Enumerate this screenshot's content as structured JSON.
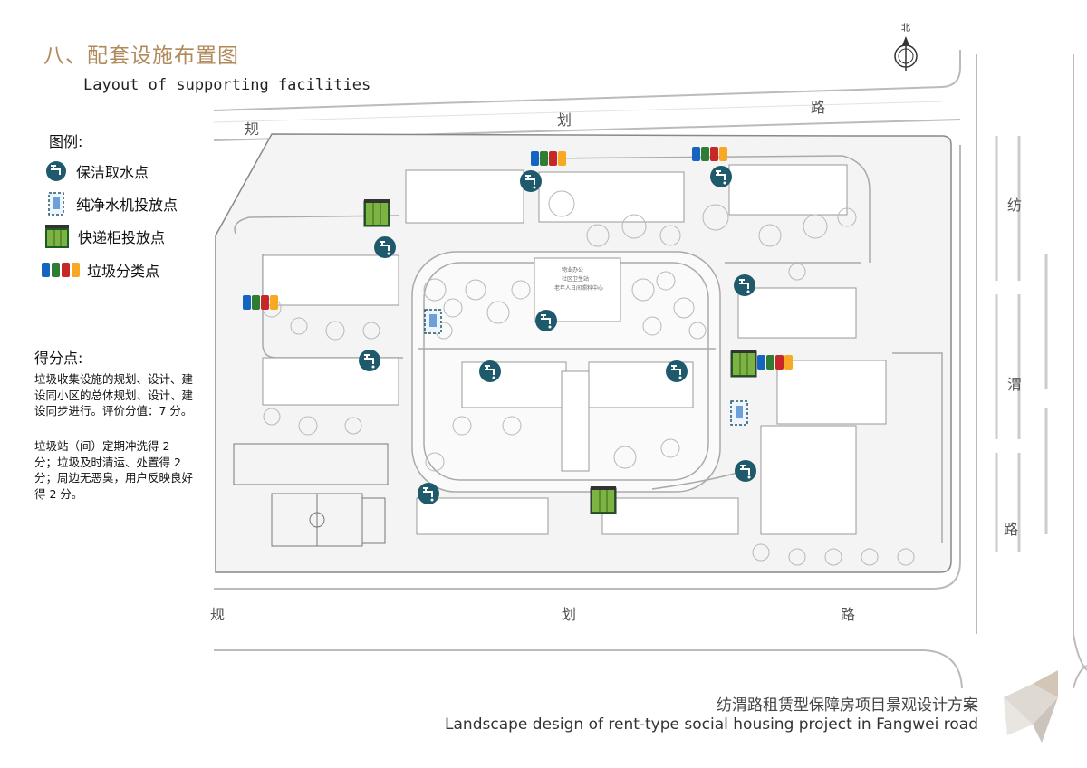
{
  "title_cn": "八、配套设施布置图",
  "title_en": "Layout of supporting facilities",
  "legend": {
    "title": "图例:",
    "items": [
      {
        "icon": "water-tap-icon",
        "label": "保洁取水点",
        "color": "#1e5a6c"
      },
      {
        "icon": "water-machine-icon",
        "label": "纯净水机投放点",
        "color": "#6f9fd8"
      },
      {
        "icon": "parcel-locker-icon",
        "label": "快递柜投放点",
        "color": "#7cb342"
      },
      {
        "icon": "sorting-bins-icon",
        "label": "垃圾分类点",
        "colors": [
          "#1565c0",
          "#2e7d32",
          "#c62828",
          "#f9a825"
        ]
      }
    ]
  },
  "score": {
    "title": "得分点:",
    "paragraphs": [
      "垃圾收集设施的规划、设计、建设同小区的总体规划、设计、建设同步进行。评价分值：7 分。",
      "垃圾站（间）定期冲洗得 2 分；垃圾及时清运、处置得 2 分；周边无恶臭，用户反映良好得 2 分。"
    ]
  },
  "map": {
    "north_label": "北",
    "roads": {
      "top": [
        "规",
        "划",
        "路"
      ],
      "bottom": [
        "规",
        "划",
        "路"
      ],
      "right": [
        "纺",
        "渭",
        "路"
      ]
    },
    "center_building_labels": [
      "物业办公",
      "社区卫生站",
      "老年人日间照料中心"
    ]
  },
  "footer": {
    "cn": "纺渭路租赁型保障房项目景观设计方案",
    "en": "Landscape design of rent-type social housing project in Fangwei road"
  }
}
